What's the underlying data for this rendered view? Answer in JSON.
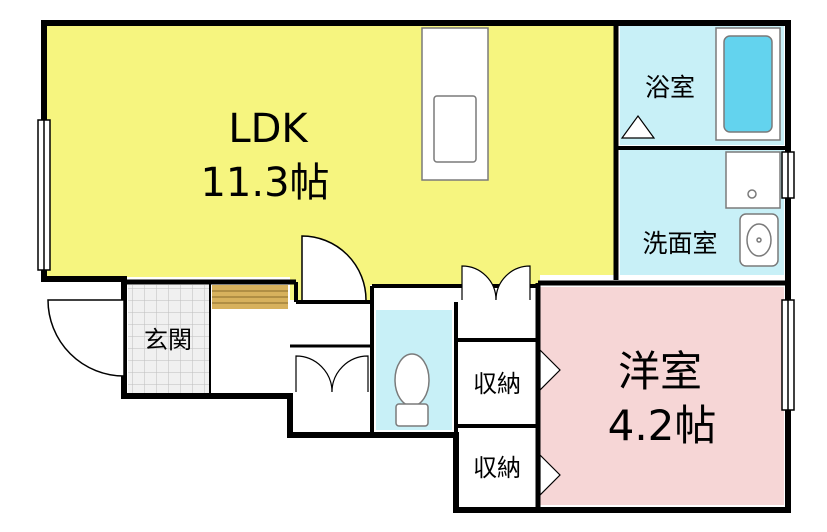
{
  "rooms": {
    "ldk": {
      "name": "LDK",
      "size": "11.3帖"
    },
    "bath": {
      "name": "浴室"
    },
    "washroom": {
      "name": "洗面室"
    },
    "western": {
      "name": "洋室",
      "size": "4.2帖"
    },
    "entrance": {
      "name": "玄関"
    },
    "storage_upper": {
      "name": "収納"
    },
    "storage_lower": {
      "name": "収納"
    }
  },
  "colors": {
    "ldk": "#f6f57f",
    "wet": "#c8f0f7",
    "western": "#f6d6d6",
    "wall": "#000000",
    "tub": "#63d3ee",
    "entrance_tile": "#bdbdbd",
    "step": "#d7b15d",
    "fixture_stroke": "#7a7a7a"
  }
}
